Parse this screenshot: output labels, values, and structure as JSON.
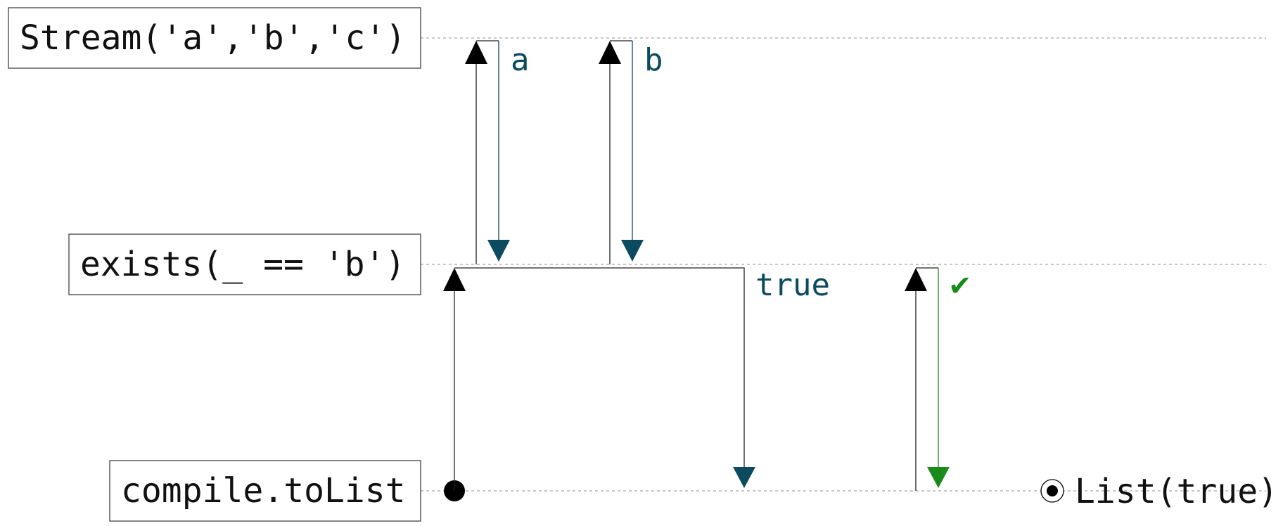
{
  "stages": {
    "source": "Stream('a','b','c')",
    "operator": "exists(_ == 'b')",
    "sink": "compile.toList"
  },
  "emissions": {
    "a": "a",
    "b": "b",
    "result": "true",
    "done": "✔"
  },
  "output": "List(true)",
  "colors": {
    "element": "#0b4a5f",
    "completion": "#1a8a1a",
    "pull": "#222222",
    "guide": "#b5b5b5"
  },
  "icons": {
    "start": "filled-circle-icon",
    "terminal": "target-circle-icon"
  }
}
